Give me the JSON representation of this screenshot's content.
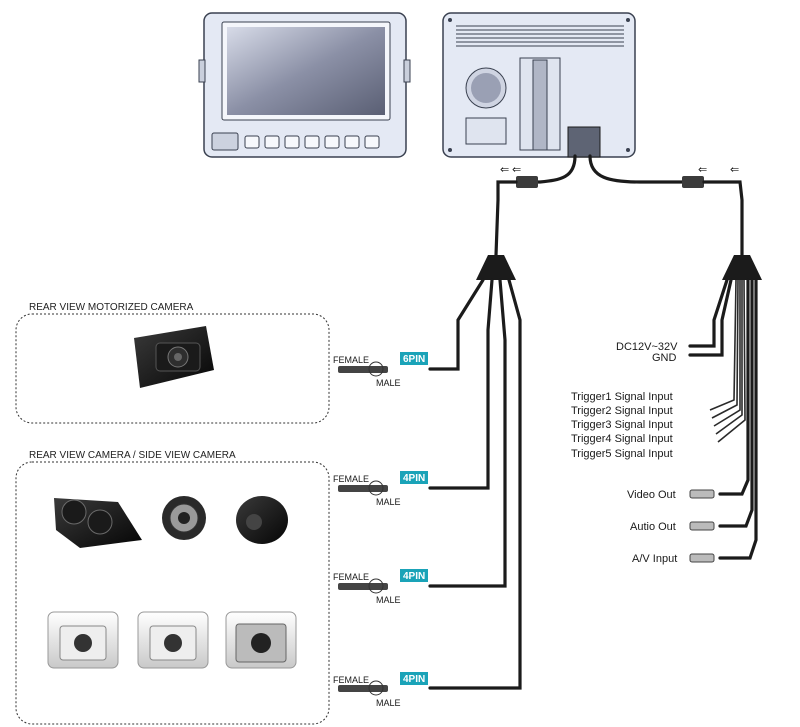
{
  "sections": {
    "motorized": {
      "title": "REAR VIEW MOTORIZED CAMERA"
    },
    "rear_side": {
      "title": "REAR VIEW CAMERA / SIDE VIEW CAMERA"
    }
  },
  "connectors": [
    {
      "female": "FEMALE",
      "male": "MALE",
      "pin": "6PIN"
    },
    {
      "female": "FEMALE",
      "male": "MALE",
      "pin": "4PIN"
    },
    {
      "female": "FEMALE",
      "male": "MALE",
      "pin": "4PIN"
    },
    {
      "female": "FEMALE",
      "male": "MALE",
      "pin": "4PIN"
    }
  ],
  "power": {
    "line1": "DC12V~32V",
    "line2": "GND"
  },
  "triggers": [
    "Trigger1 Signal Input",
    "Trigger2 Signal Input",
    "Trigger3 Signal Input",
    "Trigger4 Signal Input",
    "Trigger5 Signal Input"
  ],
  "av_ports": [
    "Video Out",
    "Autio Out",
    "A/V Input"
  ],
  "colors": {
    "pin_tag": "#1aa3b8",
    "wire": "#1b1b1b",
    "monitor_body": "#e4e9f4",
    "monitor_edge": "#3a4150"
  }
}
